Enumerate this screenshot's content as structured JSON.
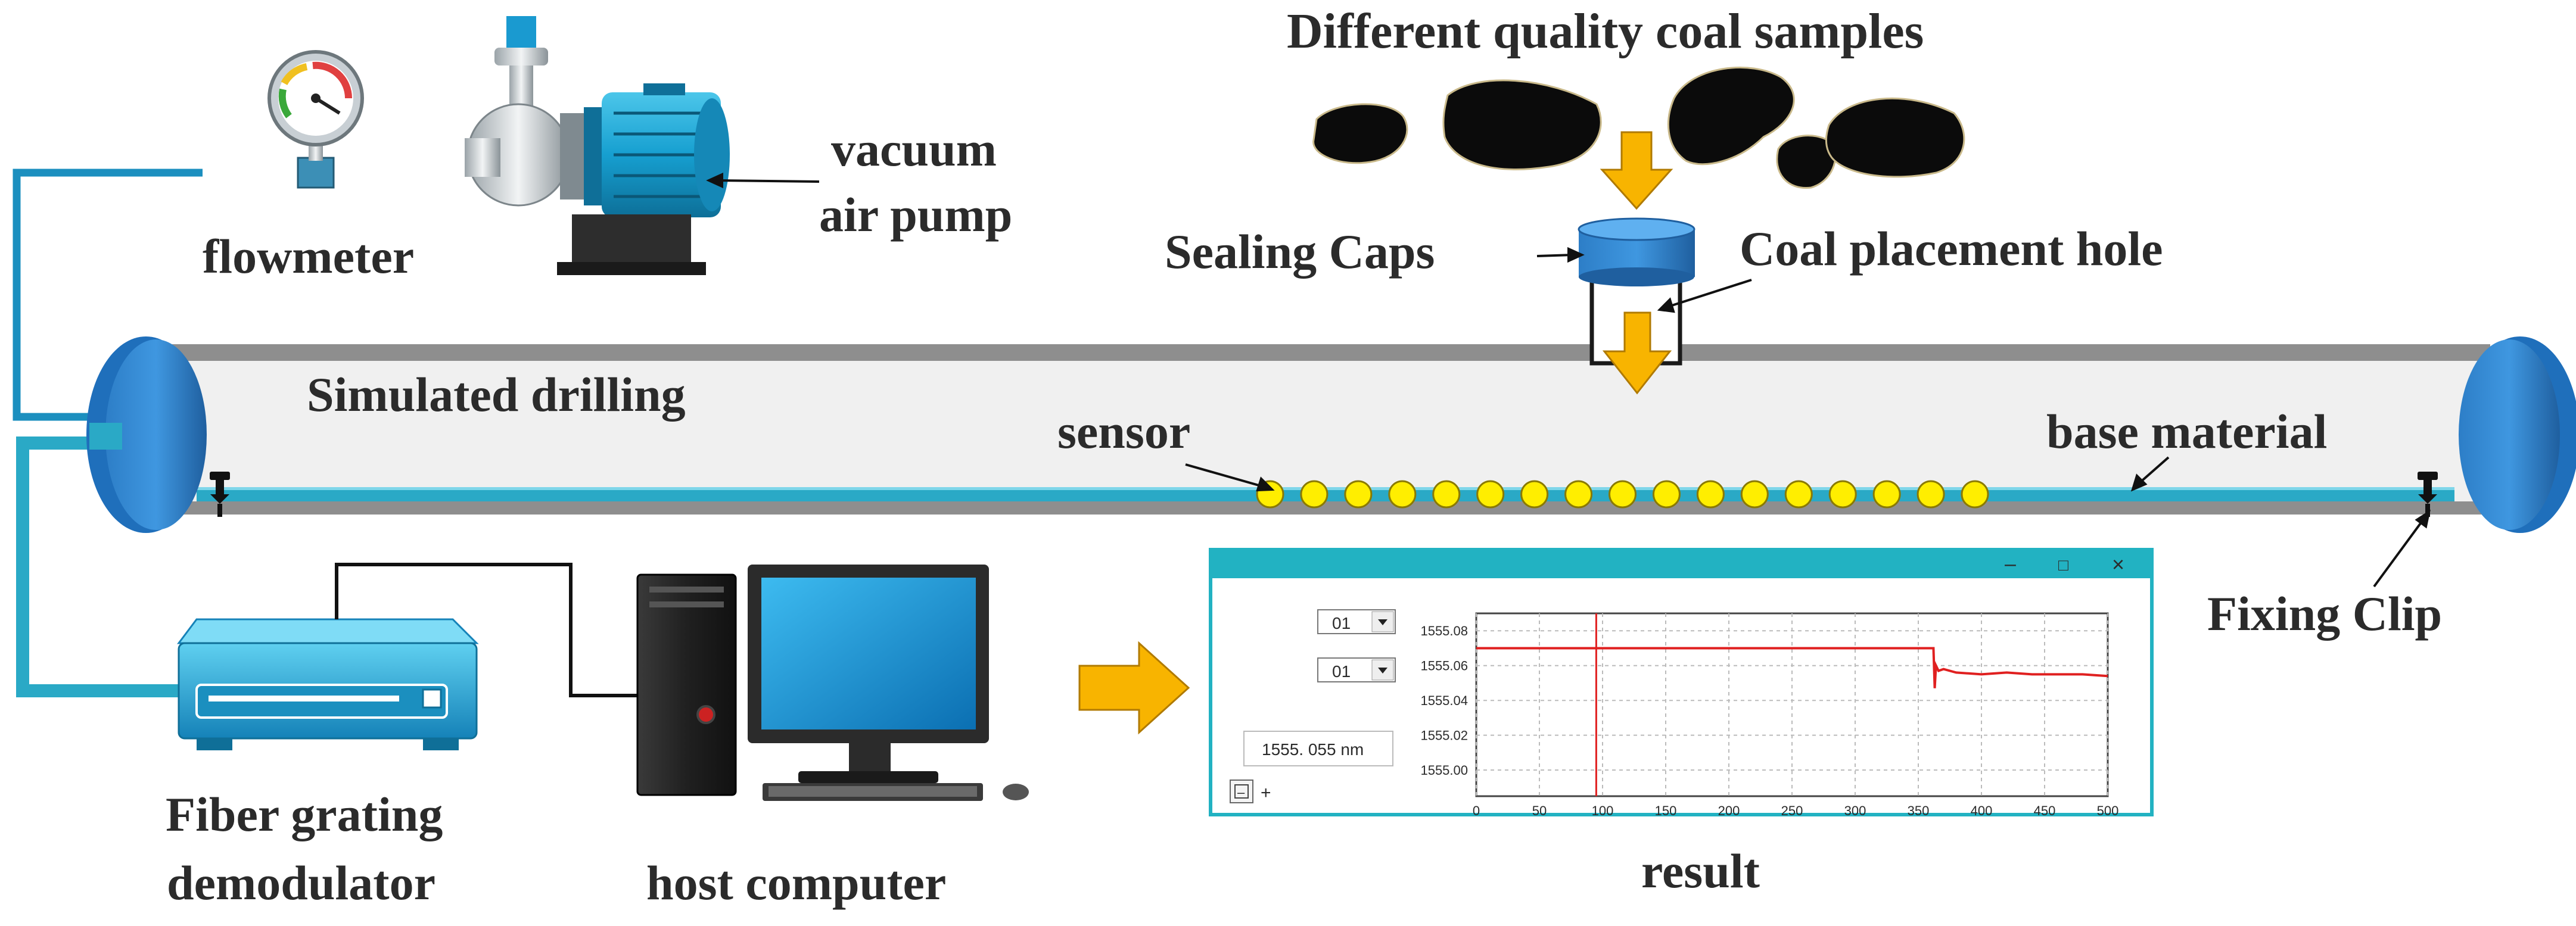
{
  "title": "Different quality coal samples",
  "labels": {
    "pump": [
      "vacuum",
      "air pump"
    ],
    "flowmeter": "flowmeter",
    "sealing_caps": "Sealing Caps",
    "coal_hole": "Coal placement hole",
    "simulated": "Simulated drilling",
    "sensor": "sensor",
    "base_material": "base material",
    "fixing_clip": "Fixing Clip",
    "demodulator": [
      "Fiber grating",
      "demodulator"
    ],
    "host": "host computer",
    "result": "result"
  },
  "sensor_count": 17,
  "colors": {
    "pipe": "#1b8fbf",
    "tube": "#2aa9c6",
    "sensor": "#ffee00",
    "arrow": "#f8b400",
    "plot_line": "#e02020",
    "cap": "#1e78c8"
  },
  "result_window": {
    "window_buttons": [
      "–",
      "□",
      "×"
    ],
    "dropdown_1": "01",
    "dropdown_2": "01",
    "readout": "1555. 055 nm",
    "zoom_buttons": [
      "–",
      "+"
    ]
  },
  "chart_data": {
    "type": "line",
    "x_ticks": [
      0,
      50,
      100,
      150,
      200,
      250,
      300,
      350,
      400,
      450,
      500
    ],
    "y_ticks": [
      1555.0,
      1555.02,
      1555.04,
      1555.06,
      1555.08
    ],
    "y_tick_labels": [
      "1555.00",
      "1555.02",
      "1555.04",
      "1555.06",
      "1555.08"
    ],
    "xlim": [
      0,
      500
    ],
    "ylim": [
      1554.985,
      1555.09
    ],
    "grid": true,
    "cursor_x": 95,
    "series": [
      {
        "x": [
          0,
          362,
          363,
          364,
          366,
          370,
          380,
          400,
          420,
          440,
          460,
          480,
          500
        ],
        "y": [
          1555.07,
          1555.07,
          1555.047,
          1555.06,
          1555.057,
          1555.058,
          1555.056,
          1555.055,
          1555.056,
          1555.055,
          1555.055,
          1555.055,
          1555.054
        ]
      }
    ]
  }
}
